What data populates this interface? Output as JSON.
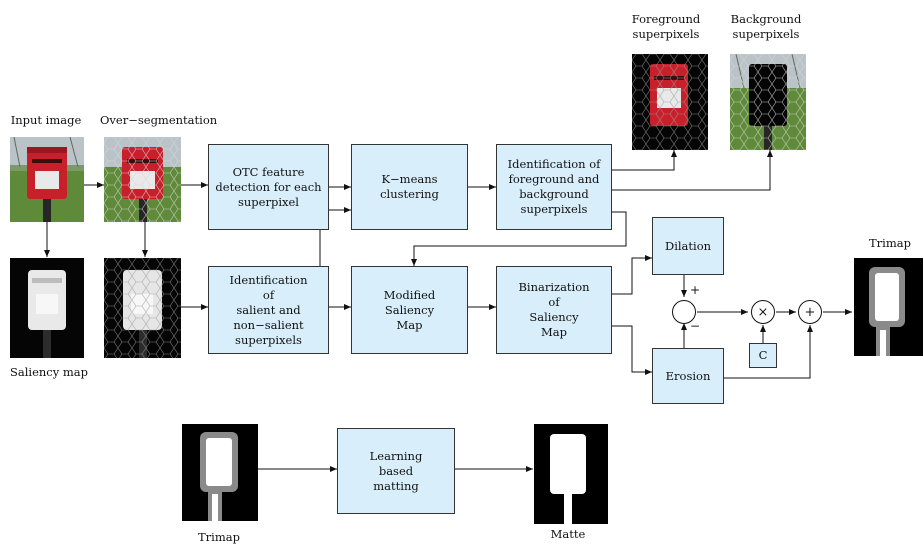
{
  "labels": {
    "input_image": "Input image",
    "over_segmentation": "Over−segmentation",
    "saliency_map": "Saliency map",
    "foreground_superpixels": "Foreground\nsuperpixels",
    "background_superpixels": "Background\nsuperpixels",
    "trimap_top": "Trimap",
    "trimap_bottom": "Trimap",
    "matte": "Matte"
  },
  "boxes": {
    "otc": "OTC feature\ndetection for each\nsuperpixel",
    "kmeans": "K−means\nclustering",
    "fg_bg_identification": "Identification of\nforeground and\nbackground\nsuperpixels",
    "salient_identification": "Identification\nof\nsalient and\nnon−salient\nsuperpixels",
    "modified_saliency": "Modified\nSaliency\nMap",
    "binarization": "Binarization\nof\nSaliency\nMap",
    "dilation": "Dilation",
    "erosion": "Erosion",
    "constant": "C",
    "learning_matting": "Learning\nbased\nmatting"
  },
  "operators": {
    "difference": "",
    "multiply": "×",
    "add": "+",
    "plus_sign": "+",
    "minus_sign": "−"
  },
  "icons": {
    "input_image": "postbox-photo",
    "over_segmentation": "postbox-superpixels",
    "saliency_map": "saliency-map",
    "salient_superpixels": "saliency-superpixels",
    "foreground_superpixels": "foreground-superpixels",
    "background_superpixels": "background-superpixels",
    "trimap": "trimap-mask",
    "matte": "matte-mask"
  },
  "colors": {
    "box_fill": "#d9eefb",
    "line": "#111111",
    "postbox_red": "#c8202a",
    "grass": "#5e8a3a",
    "sky": "#b9c3c8"
  }
}
